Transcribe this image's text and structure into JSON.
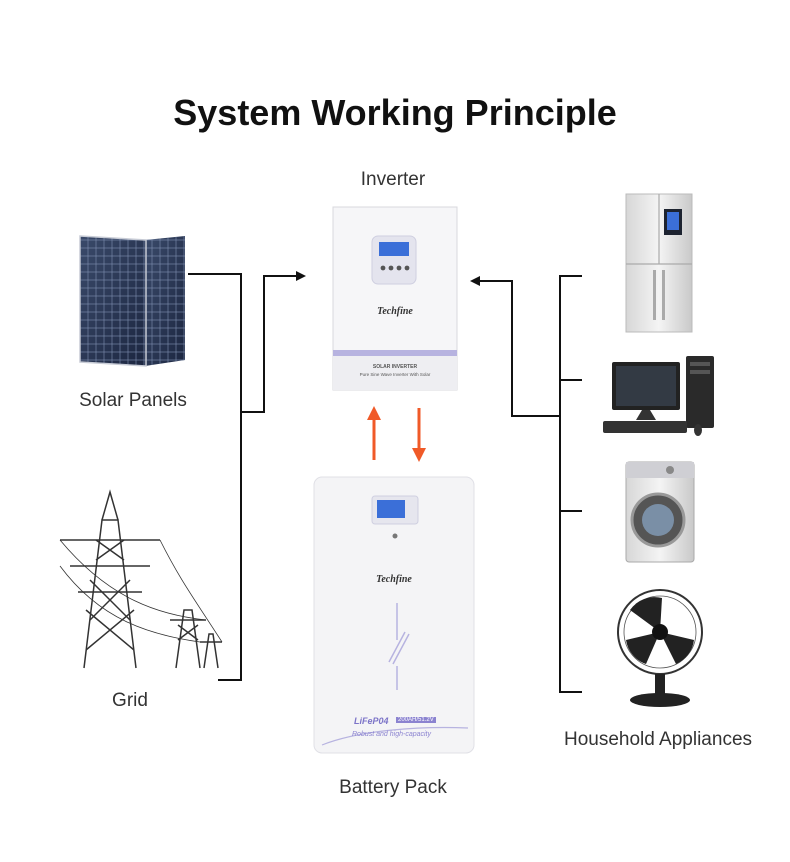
{
  "title": "System Working Principle",
  "labels": {
    "inverter": "Inverter",
    "solar": "Solar Panels",
    "grid": "Grid",
    "battery": "Battery Pack",
    "appliances": "Household Appliances"
  },
  "inverter_device": {
    "brand": "Techfine",
    "plate_line1": "SOLAR INVERTER",
    "plate_line2": "Pure Sine Wave Inverter With Solar"
  },
  "battery_device": {
    "brand": "Techfine",
    "chem": "LiFeP04",
    "spec": "200AH/51.2V",
    "tagline": "Robust and high-capacity"
  },
  "colors": {
    "arrow_orange": "#f05a28",
    "line": "#111111",
    "lcd_blue": "#3b6fd8"
  }
}
